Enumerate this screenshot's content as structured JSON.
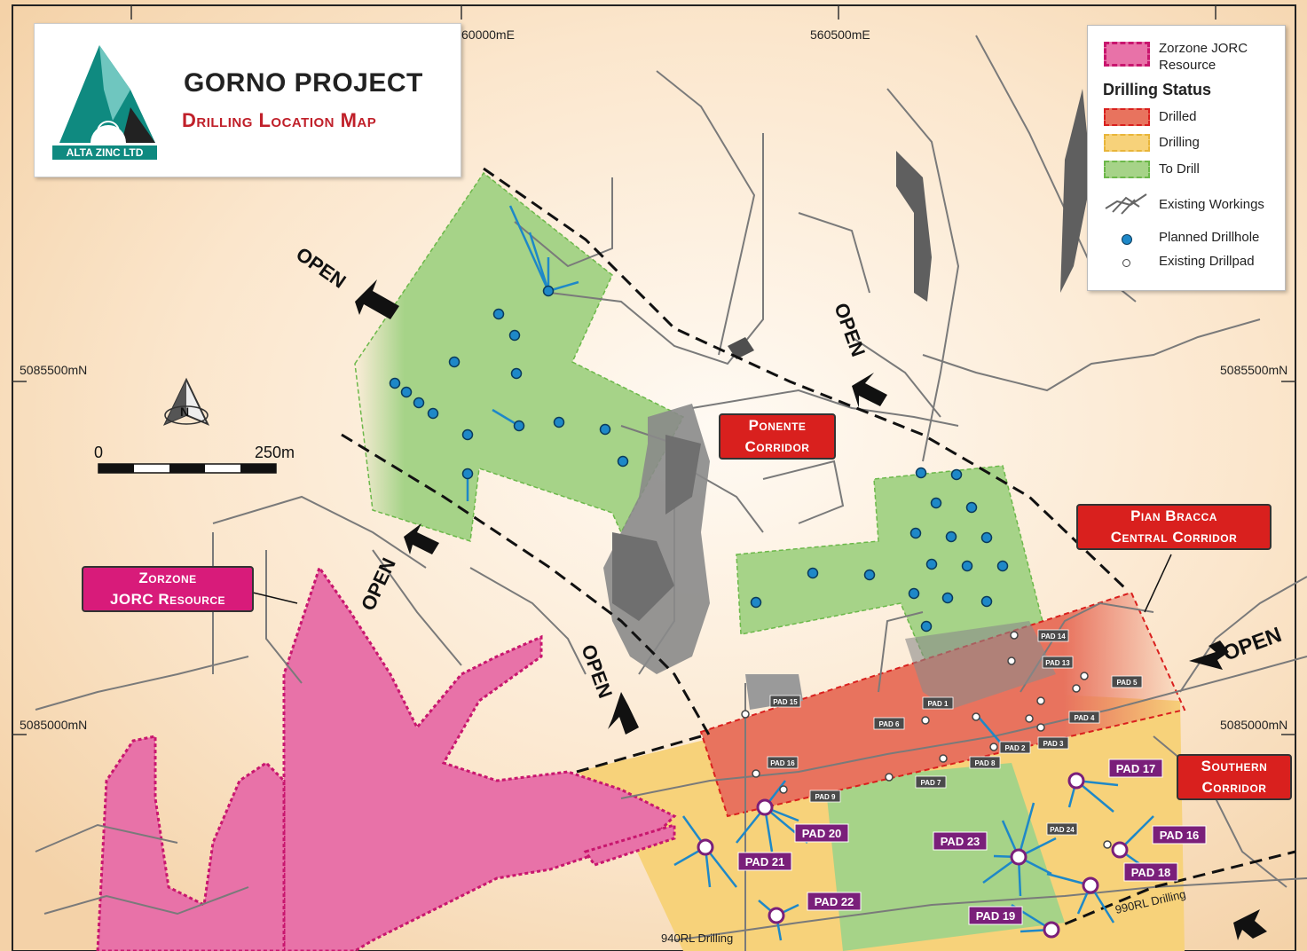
{
  "title": {
    "main": "GORNO PROJECT",
    "subtitle": "Drilling Location Map",
    "logo_text": "ALTA ZINC LTD"
  },
  "grid": {
    "easting_1": "60000mE",
    "easting_2": "560500mE",
    "northing_1_left": "5085500mN",
    "northing_1_right": "5085500mN",
    "northing_2_left": "5085000mN",
    "northing_2_right": "5085000mN"
  },
  "scale": {
    "start": "0",
    "end": "250m"
  },
  "north_label": "N",
  "legend": {
    "resource": "Zorzone JORC Resource",
    "header": "Drilling Status",
    "drilled": "Drilled",
    "drilling": "Drilling",
    "to_drill": "To Drill",
    "workings": "Existing Workings",
    "planned": "Planned Drillhole",
    "existing_pad": "Existing Drillpad"
  },
  "colors": {
    "drilled": "#e8735e",
    "drilling": "#f7d27a",
    "to_drill": "#a6d388",
    "resource": "#e872a8",
    "label_red": "#d9201e",
    "label_magenta": "#d81b7a",
    "pad_purple": "#7a1f7a",
    "drillhole_blue": "#1e88c8"
  },
  "labels": {
    "ponente": [
      "Ponente",
      "Corridor"
    ],
    "pian_bracca": [
      "Pian Bracca",
      "Central Corridor"
    ],
    "southern": [
      "Southern",
      "Corridor"
    ],
    "zorzone": [
      "Zorzone",
      "JORC Resource"
    ],
    "open": "OPEN",
    "rl_940": "940RL Drilling",
    "rl_990": "990RL Drilling"
  },
  "pads_existing": [
    "PAD 14",
    "PAD 13",
    "PAD 5",
    "PAD 1",
    "PAD 4",
    "PAD 6",
    "PAD 15",
    "PAD 2",
    "PAD 3",
    "PAD 8",
    "PAD 16",
    "PAD 7",
    "PAD 9",
    "PAD 24"
  ],
  "pads_new": [
    "PAD 17",
    "PAD 20",
    "PAD 23",
    "PAD 16",
    "PAD 21",
    "PAD 18",
    "PAD 22",
    "PAD 19"
  ]
}
